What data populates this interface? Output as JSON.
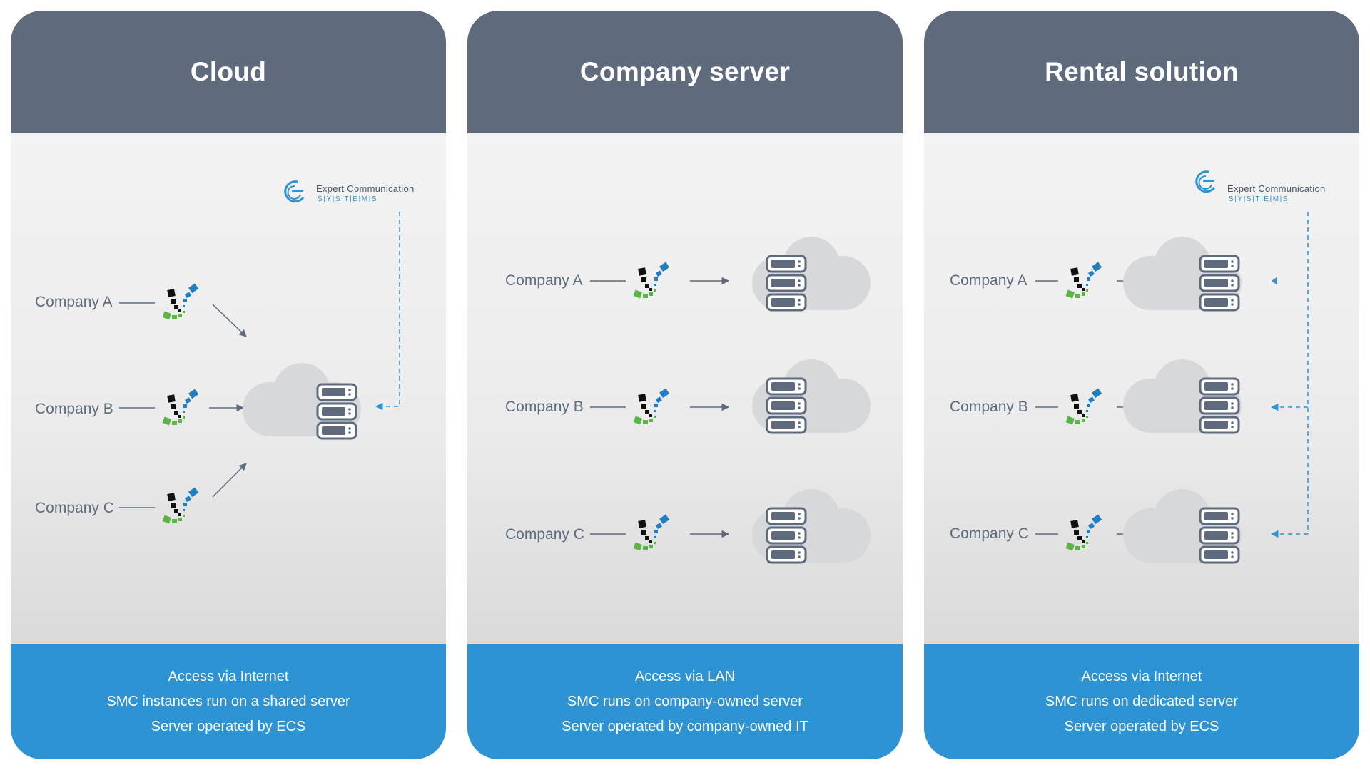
{
  "panels": [
    {
      "title": "Cloud",
      "companies": [
        "Company A",
        "Company B",
        "Company C"
      ],
      "brand": {
        "title": "Expert Communication",
        "subtitle": "S|Y|S|T|E|M|S"
      },
      "footer": [
        "Access via Internet",
        "SMC instances run on a shared server",
        "Server operated by ECS"
      ]
    },
    {
      "title": "Company server",
      "companies": [
        "Company A",
        "Company B",
        "Company C"
      ],
      "footer": [
        "Access via LAN",
        "SMC runs on company-owned server",
        "Server operated by company-owned IT"
      ]
    },
    {
      "title": "Rental solution",
      "companies": [
        "Company A",
        "Company B",
        "Company C"
      ],
      "brand": {
        "title": "Expert Communication",
        "subtitle": "S|Y|S|T|E|M|S"
      },
      "footer": [
        "Access via Internet",
        "SMC runs on dedicated server",
        "Server operated by ECS"
      ]
    }
  ],
  "colors": {
    "header": "#5f6b7c",
    "footer": "#2e93d3",
    "cloud": "#d6d8dc",
    "server": "#5f6b7c",
    "arrow": "#5f6b7c",
    "dashed": "#2e93d3",
    "icon_black": "#111111",
    "icon_blue": "#1f7fc4",
    "icon_green": "#5bb545"
  },
  "icons": [
    "smc-logo-icon",
    "cloud-server-icon",
    "ecs-logo"
  ]
}
